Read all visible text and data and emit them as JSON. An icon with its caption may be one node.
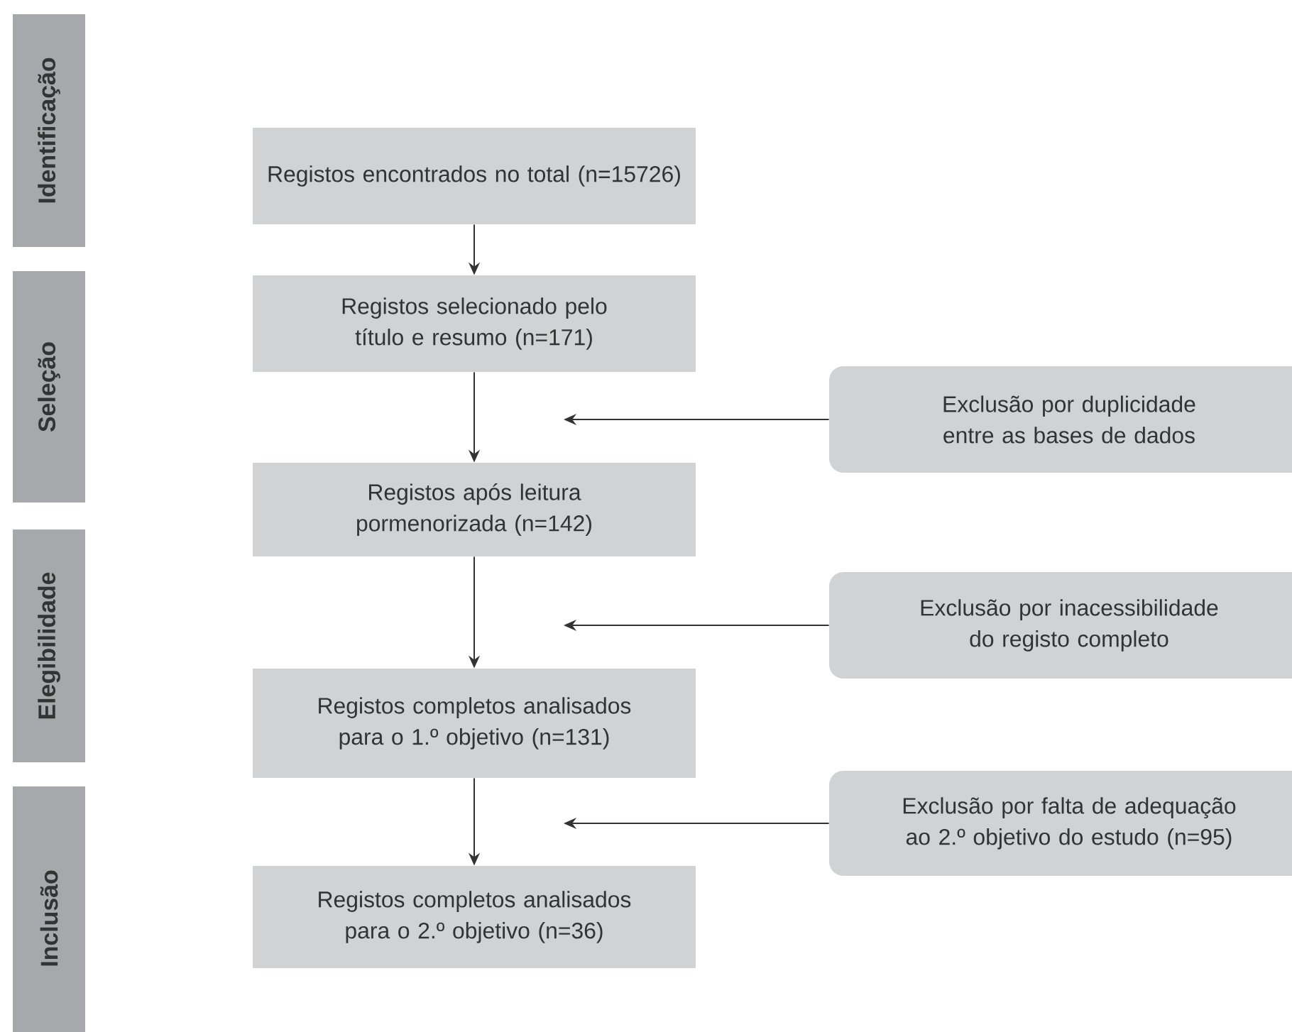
{
  "diagram": {
    "nodes": [
      {
        "text": [
          "Identificação"
        ]
      },
      {
        "text": [
          "Seleção"
        ]
      },
      {
        "text": [
          "Elegibilidade"
        ]
      },
      {
        "text": [
          "Inclusão"
        ]
      },
      {
        "text": [
          "Registos encontrados no total (n=15726)"
        ]
      },
      {
        "text": [
          "Registos selecionado pelo título e resumo (n=171)"
        ]
      },
      {
        "text": [
          "Registos após leitura pormenorizada (n=142)"
        ]
      },
      {
        "text": [
          "Registos completos analisados para o 1.º objetivo (n=131)"
        ]
      },
      {
        "text": [
          "Registos completos analisados para o 2.º objetivo (n=36)"
        ]
      },
      {
        "text": [
          "Exclusão por duplicidade entre as bases de dados"
        ]
      },
      {
        "text": [
          "Exclusão por inacessibilidade do registo completo"
        ]
      },
      {
        "text": [
          "Exclusão por falta de adequação ao 2.º objetivo do estudo (n=95)"
        ]
      }
    ],
    "edges": [
      {
        "from": 4,
        "to": 5,
        "arrow": "to"
      },
      {
        "from": 5,
        "to": 6,
        "arrow": "to"
      },
      {
        "from": 6,
        "to": 7,
        "arrow": "to"
      },
      {
        "from": 7,
        "to": 8,
        "arrow": "to"
      },
      {
        "from": 9,
        "to": null,
        "arrow": "to"
      },
      {
        "from": 10,
        "to": null,
        "arrow": "to"
      },
      {
        "from": 11,
        "to": null,
        "arrow": "to"
      }
    ]
  }
}
